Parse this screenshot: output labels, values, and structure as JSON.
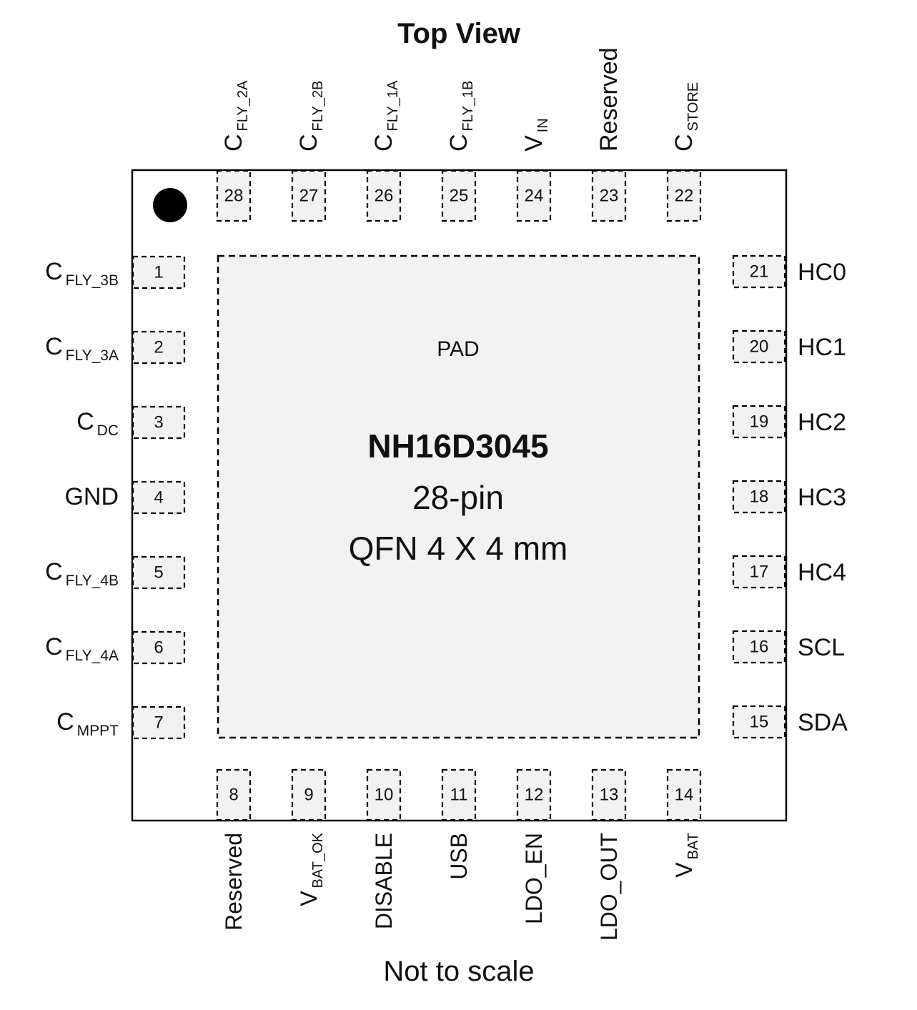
{
  "title": "Top View",
  "footer": "Not to scale",
  "chip": {
    "part_number": "NH16D3045",
    "pin_count": "28-pin",
    "package": "QFN 4 X 4 mm",
    "pad_label": "PAD"
  },
  "colors": {
    "body_outline": "#000000",
    "pad_fill": "#f2f2f2",
    "pin1_dot": "#000000"
  },
  "pins": {
    "left": [
      {
        "num": "1",
        "main": "C",
        "sub": "FLY_3B"
      },
      {
        "num": "2",
        "main": "C",
        "sub": "FLY_3A"
      },
      {
        "num": "3",
        "main": "C",
        "sub": "DC"
      },
      {
        "num": "4",
        "main": "GND",
        "sub": ""
      },
      {
        "num": "5",
        "main": "C",
        "sub": "FLY_4B"
      },
      {
        "num": "6",
        "main": "C",
        "sub": "FLY_4A"
      },
      {
        "num": "7",
        "main": "C",
        "sub": "MPPT"
      }
    ],
    "bottom": [
      {
        "num": "8",
        "main": "Reserved",
        "sub": ""
      },
      {
        "num": "9",
        "main": "V",
        "sub": "BAT_OK"
      },
      {
        "num": "10",
        "main": "DISABLE",
        "sub": ""
      },
      {
        "num": "11",
        "main": "USB",
        "sub": ""
      },
      {
        "num": "12",
        "main": "LDO_EN",
        "sub": ""
      },
      {
        "num": "13",
        "main": "LDO_OUT",
        "sub": ""
      },
      {
        "num": "14",
        "main": "V",
        "sub": "BAT"
      }
    ],
    "right": [
      {
        "num": "15",
        "main": "SDA",
        "sub": ""
      },
      {
        "num": "16",
        "main": "SCL",
        "sub": ""
      },
      {
        "num": "17",
        "main": "HC4",
        "sub": ""
      },
      {
        "num": "18",
        "main": "HC3",
        "sub": ""
      },
      {
        "num": "19",
        "main": "HC2",
        "sub": ""
      },
      {
        "num": "20",
        "main": "HC1",
        "sub": ""
      },
      {
        "num": "21",
        "main": "HC0",
        "sub": ""
      }
    ],
    "top": [
      {
        "num": "22",
        "main": "C",
        "sub": "STORE"
      },
      {
        "num": "23",
        "main": "Reserved",
        "sub": ""
      },
      {
        "num": "24",
        "main": "V",
        "sub": "IN"
      },
      {
        "num": "25",
        "main": "C",
        "sub": "FLY_1B"
      },
      {
        "num": "26",
        "main": "C",
        "sub": "FLY_1A"
      },
      {
        "num": "27",
        "main": "C",
        "sub": "FLY_2B"
      },
      {
        "num": "28",
        "main": "C",
        "sub": "FLY_2A"
      }
    ]
  }
}
